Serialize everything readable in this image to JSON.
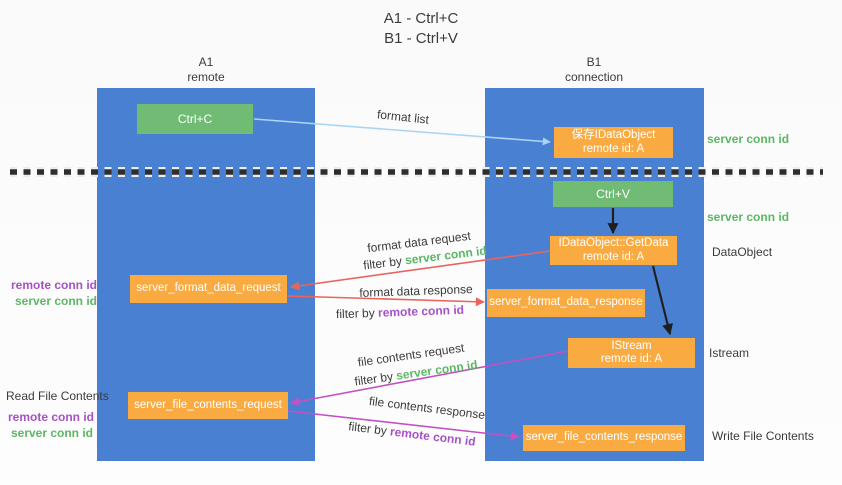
{
  "title": {
    "line1": "A1 - Ctrl+C",
    "line2": "B1 - Ctrl+V"
  },
  "columns": {
    "a1": {
      "name": "A1",
      "subtitle": "remote"
    },
    "b1": {
      "name": "B1",
      "subtitle": "connection"
    }
  },
  "boxes": {
    "ctrl_c": {
      "label": "Ctrl+C"
    },
    "ctrl_v": {
      "label": "Ctrl+V"
    },
    "save_idataobject": {
      "line1": "保存IDataObject",
      "line2": "remote id: A"
    },
    "getdata": {
      "line1": "IDataObject::GetData",
      "line2": "remote id: A"
    },
    "istream": {
      "line1": "IStream",
      "line2": "remote id: A"
    },
    "server_format_data_request": {
      "label": "server_format_data_request"
    },
    "server_format_data_response": {
      "label": "server_format_data_response"
    },
    "server_file_contents_request": {
      "label": "server_file_contents_request"
    },
    "server_file_contents_response": {
      "label": "server_file_contents_response"
    }
  },
  "arrow_labels": {
    "format_list": "format list",
    "format_data_request": "format data request",
    "format_data_response": "format data response",
    "file_contents_request": "file contents request",
    "file_contents_response": "file contents response",
    "filter_by": "filter by "
  },
  "annotations": {
    "server_conn_id": "server conn id",
    "remote_conn_id": "remote conn id",
    "dataobject": "DataObject",
    "istream": "Istream",
    "read_file_contents": "Read File Contents",
    "write_file_contents": "Write File Contents"
  },
  "colors": {
    "canvas-bg": "#fafafa",
    "column-blue": "#4a80d2",
    "box-green": "#70bc74",
    "box-orange": "#f9ab42",
    "text-dark": "#3b3b3b",
    "green-label": "#5cb765",
    "purple-label": "#a651c5",
    "arrow-lightblue": "#aad5f2",
    "arrow-red": "#e8655c",
    "arrow-magenta": "#c351c3",
    "arrow-black": "#1f1f1f",
    "separator": "#2e2e2e"
  }
}
